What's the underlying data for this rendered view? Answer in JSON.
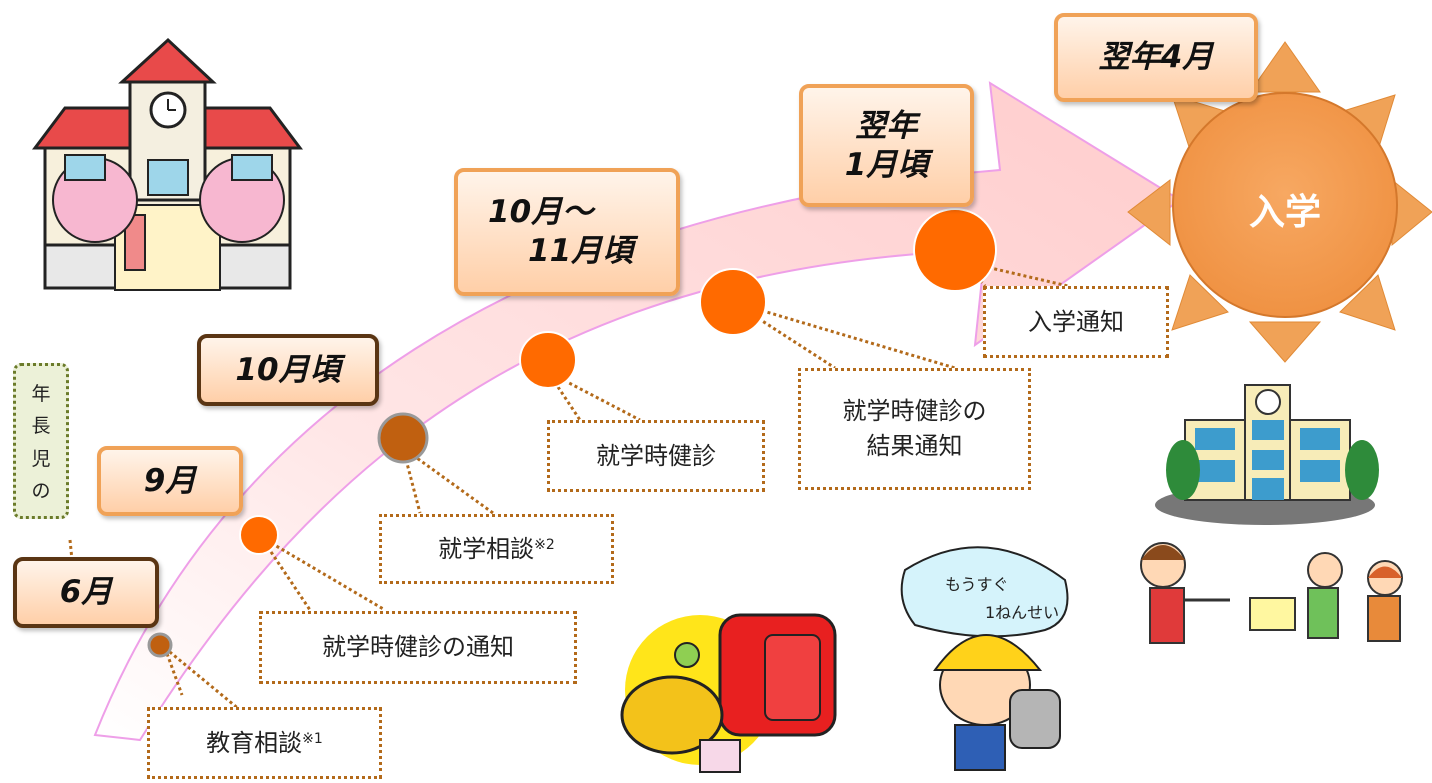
{
  "diagram": {
    "title": "",
    "nodes": [
      {
        "id": "n1",
        "date": "6月",
        "label_main": "教育相談",
        "label_note": "※1"
      },
      {
        "id": "n2",
        "date": "9月",
        "label_main": "就学時健診の通知",
        "label_note": ""
      },
      {
        "id": "n3",
        "date": "10月頃",
        "label_main": "就学相談",
        "label_note": "※2"
      },
      {
        "id": "n4",
        "date_line1": "10月～",
        "date_line2": "11月頃",
        "label_main": "就学時健診",
        "label_note": ""
      },
      {
        "id": "n5",
        "label_line1": "就学時健診の",
        "label_line2": "結果通知"
      },
      {
        "id": "n6",
        "date_line1": "翌年",
        "date_line2": "1月頃",
        "label_main": "入学通知",
        "label_note": ""
      },
      {
        "id": "n7",
        "date": "翌年4月",
        "center_text": "入学"
      }
    ],
    "side_note": [
      "年",
      "長",
      "児",
      "の"
    ]
  },
  "colors": {
    "arrow": "#ffd3d3",
    "dot_orange": "#ff6a00",
    "dot_brown": "#c06010",
    "sun": "#f29b4a",
    "sun_ray": "#f0a257",
    "date_border": "#f0a257",
    "label_border": "#b36a1a"
  },
  "illustrations": [
    "school-building-icon",
    "school-building-icon",
    "teacher-children-icon",
    "randoseru-icon",
    "first-grader-boy-icon"
  ]
}
